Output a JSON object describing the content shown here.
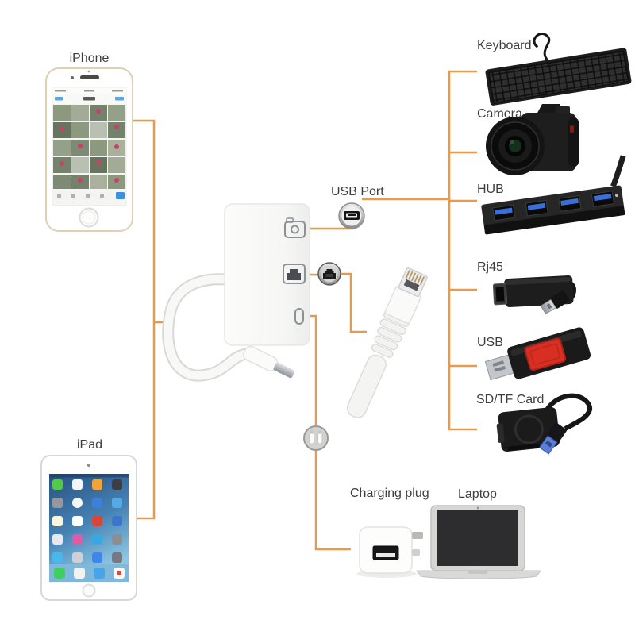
{
  "diagram_type": "product-connectivity-diagram",
  "labels": {
    "iphone": "iPhone",
    "ipad": "iPad",
    "usb_port": "USB Port",
    "charging_plug": "Charging plug",
    "laptop": "Laptop"
  },
  "right_devices": [
    {
      "id": "keyboard",
      "label": "Keyboard"
    },
    {
      "id": "camera",
      "label": "Camera"
    },
    {
      "id": "hub",
      "label": "HUB"
    },
    {
      "id": "rj45",
      "label": "Rj45"
    },
    {
      "id": "usb",
      "label": "USB"
    },
    {
      "id": "sdtf_card",
      "label": "SD/TF Card"
    }
  ],
  "icons": {
    "adapter_ports": [
      "usb-a-port-icon",
      "ethernet-port-icon",
      "lightning-port-icon"
    ],
    "badges": [
      "usb-port-badge-icon",
      "ethernet-connector-badge-icon",
      "charging-cable-badge-icon"
    ]
  },
  "colors": {
    "background": "#ffffff",
    "connector_line": "#E59A50",
    "label_text": "#3E3E3E",
    "hub_usb3_blue": "#3A6FD8",
    "usb_drive_red": "#D92F22",
    "sdtf_usb3_blue": "#5A7FD4",
    "ipad_wallpaper": "#4582B4"
  }
}
